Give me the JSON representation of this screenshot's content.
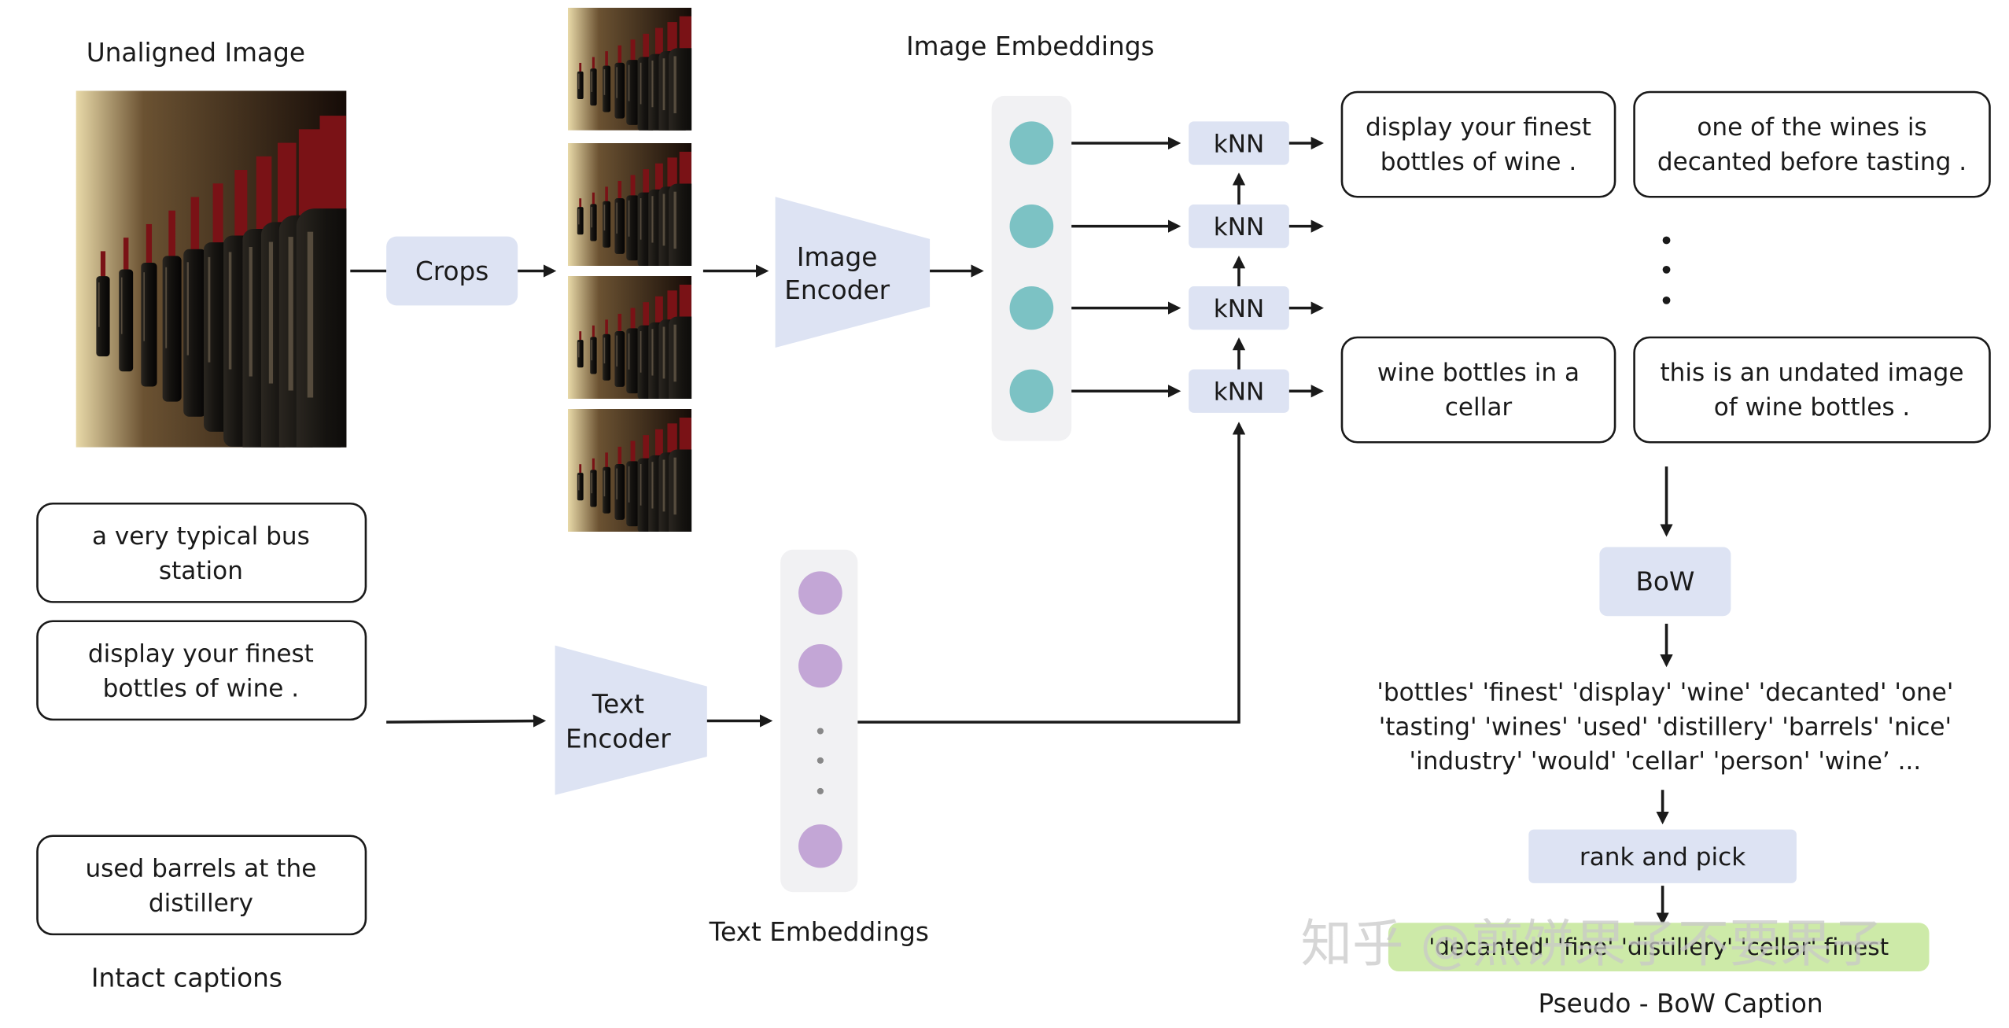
{
  "labels": {
    "unaligned_image": "Unaligned Image",
    "crops": "Crops",
    "image_encoder_line1": "Image",
    "image_encoder_line2": "Encoder",
    "image_embeddings": "Image Embeddings",
    "text_encoder_line1": "Text",
    "text_encoder_line2": "Encoder",
    "text_embeddings": "Text Embeddings",
    "intact_captions": "Intact captions",
    "knn": "kNN",
    "bow": "BoW",
    "rank_and_pick": "rank and pick",
    "pseudo_bow_caption": "Pseudo - BoW Caption"
  },
  "intact_captions": [
    {
      "line1": "a very typical bus",
      "line2": "station"
    },
    {
      "line1": "display your finest",
      "line2": "bottles of wine ."
    },
    {
      "line1": "used barrels at the",
      "line2": "distillery"
    }
  ],
  "retrieved_captions": [
    {
      "line1": "display your finest",
      "line2": "bottles of wine ."
    },
    {
      "line1": "one of the wines is",
      "line2": "decanted before tasting ."
    },
    {
      "line1": "wine bottles in a",
      "line2": "cellar"
    },
    {
      "line1": "this is an undated image",
      "line2": "of wine bottles ."
    }
  ],
  "bow_words": [
    "'bottles' 'finest' 'display' 'wine' 'decanted' 'one'",
    "'tasting' 'wines' 'used' 'distillery' 'barrels' 'nice'",
    "'industry' 'would' 'cellar' 'person' 'wine’ ..."
  ],
  "pseudo_caption_words": "'decanted' 'fine' 'distillery' 'cellar' finest",
  "watermark": "知乎 @煎饼果子不要果子",
  "colors": {
    "box_fill": "#dde3f3",
    "image_embedding": "#7cc2c4",
    "text_embedding": "#c3a6d6",
    "embedding_panel": "#f1f1f3",
    "pseudo_caption_bg": "#cdeaa8"
  }
}
